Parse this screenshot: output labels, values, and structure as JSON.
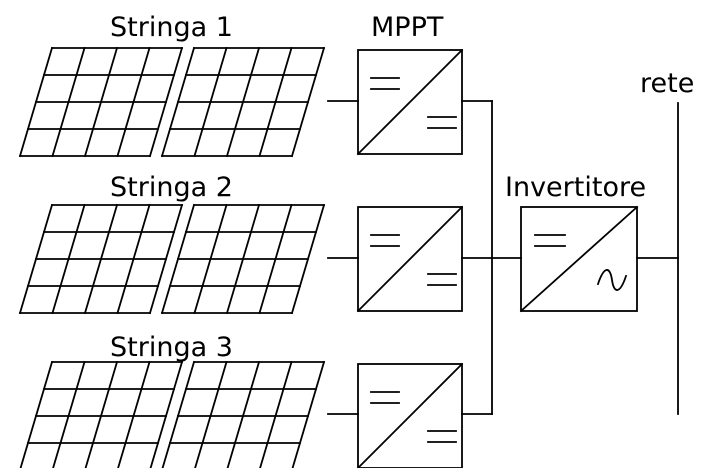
{
  "strings": [
    {
      "label": "Stringa 1"
    },
    {
      "label": "Stringa 2"
    },
    {
      "label": "Stringa 3"
    }
  ],
  "mppt_label": "MPPT",
  "inverter_label": "Invertitore",
  "grid_label": "rete",
  "colors": {
    "stroke": "#000000",
    "background": "#ffffff"
  }
}
